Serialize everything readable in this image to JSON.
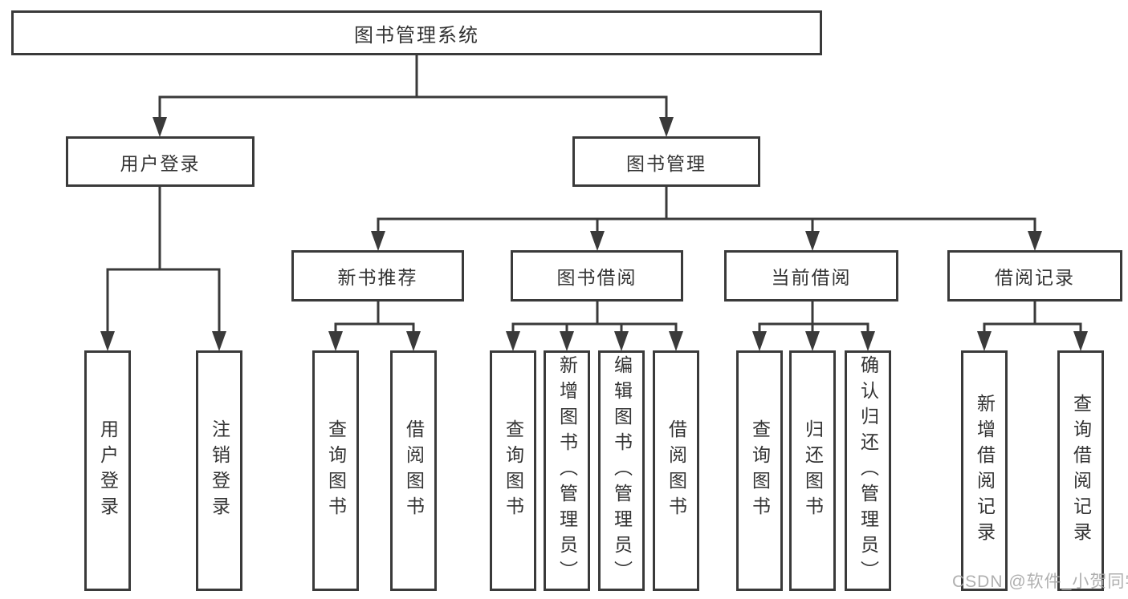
{
  "tree": {
    "root": {
      "label": "图书管理系统",
      "children": [
        {
          "label": "用户登录",
          "children": [
            {
              "label": "用户登录"
            },
            {
              "label": "注销登录"
            }
          ]
        },
        {
          "label": "图书管理",
          "children": [
            {
              "label": "新书推荐",
              "children": [
                {
                  "label": "查询图书"
                },
                {
                  "label": "借阅图书"
                }
              ]
            },
            {
              "label": "图书借阅",
              "children": [
                {
                  "label": "查询图书"
                },
                {
                  "label": "新增图书（管理员）"
                },
                {
                  "label": "编辑图书（管理员）"
                },
                {
                  "label": "借阅图书"
                }
              ]
            },
            {
              "label": "当前借阅",
              "children": [
                {
                  "label": "查询图书"
                },
                {
                  "label": "归还图书"
                },
                {
                  "label": "确认归还（管理员）"
                }
              ]
            },
            {
              "label": "借阅记录",
              "children": [
                {
                  "label": "新增借阅记录"
                },
                {
                  "label": "查询借阅记录"
                }
              ]
            }
          ]
        }
      ]
    }
  },
  "watermark": {
    "text": "CSDN @软件_小贺同学"
  },
  "colors": {
    "line": "#3a3a3a",
    "text": "#333333",
    "watermark": "#a9a9a9",
    "background": "#ffffff"
  }
}
